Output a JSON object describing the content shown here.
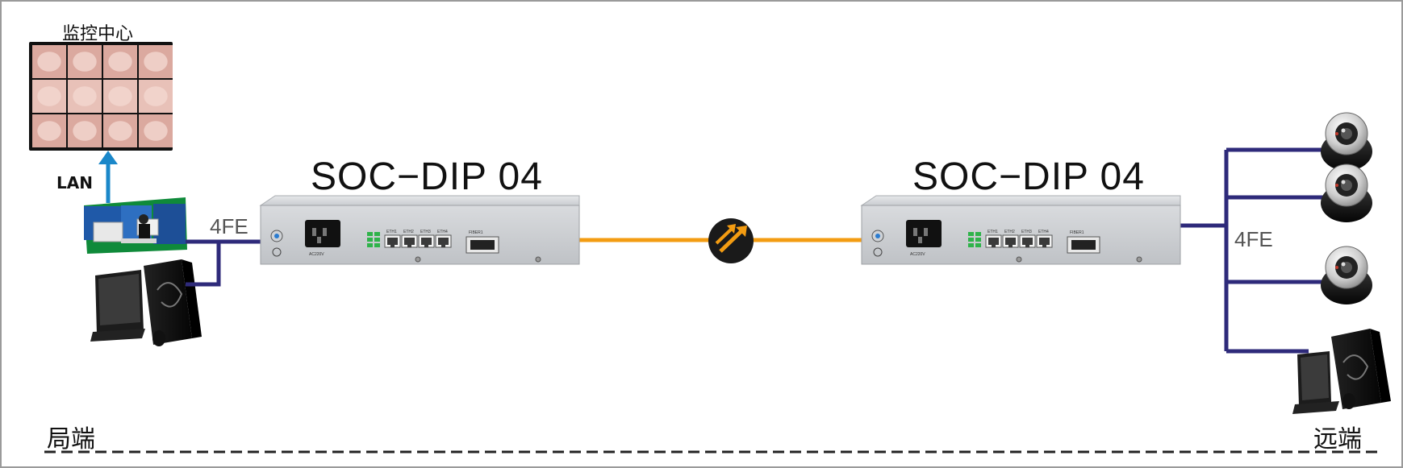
{
  "labels": {
    "monitor_center": "监控中心",
    "lan": "LAN",
    "left_4fe": "4FE",
    "right_4fe": "4FE",
    "local_end": "局端",
    "remote_end": "远端"
  },
  "devices": [
    {
      "model": "SOC−DIP 04",
      "power_label": "AC220V",
      "ports": [
        "ETH1",
        "ETH2",
        "ETH3",
        "ETH4"
      ],
      "fiber_label": "FIBER1"
    },
    {
      "model": "SOC−DIP 04",
      "power_label": "AC220V",
      "ports": [
        "ETH1",
        "ETH2",
        "ETH3",
        "ETH4"
      ],
      "fiber_label": "FIBER1"
    }
  ],
  "colors": {
    "ethernet_line": "#2e2a7a",
    "fiber_line": "#f39c12",
    "lan_arrow": "#1a87c9",
    "device_body": "#d8dadc",
    "frame": "#999999"
  }
}
